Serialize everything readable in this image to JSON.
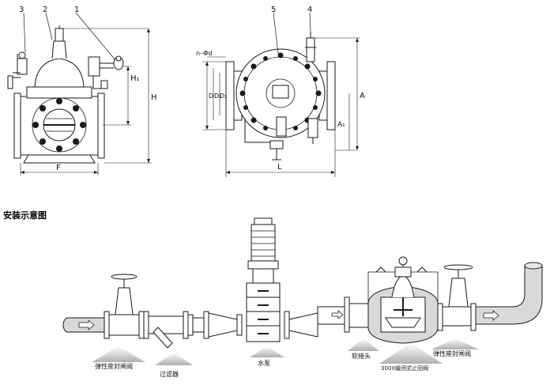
{
  "callouts": {
    "c1": "1",
    "c2": "2",
    "c3": "3",
    "c4": "4",
    "c5": "5"
  },
  "dims": {
    "H": "H",
    "H1": "H₁",
    "F": "F",
    "L": "L",
    "A": "A",
    "A1": "A₁",
    "D": "D",
    "D1": "D₁",
    "D2": "D₂",
    "holes": "n–Φd"
  },
  "section_title": "安装示意图",
  "install_labels": {
    "gate_valve_left": "弹性座封闸阀",
    "strainer": "过滤器",
    "pump": "水泵",
    "soft_joint": "软接头",
    "main_valve": "300X缓闭式止回阀",
    "gate_valve_right": "弹性座封闸阀"
  },
  "colors": {
    "line": "#1a1a1a",
    "pipe_fill": "#d9d9d9",
    "label_bg": "#cfcfcf"
  }
}
